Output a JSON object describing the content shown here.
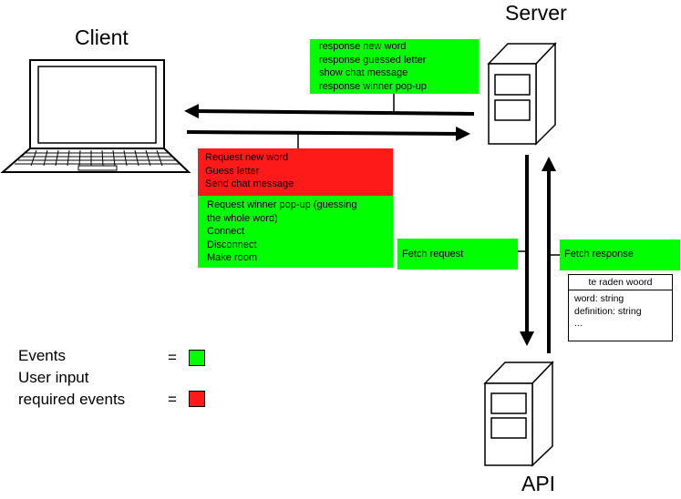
{
  "titles": {
    "client": "Client",
    "server": "Server",
    "api": "API"
  },
  "server_to_client_box": {
    "lines": [
      "response new word",
      "response guessed letter",
      "show chat message",
      "response winner pop-up"
    ]
  },
  "client_to_server_input_box": {
    "lines": [
      "Request new word",
      "Guess letter",
      "Send chat message"
    ]
  },
  "client_to_server_event_box": {
    "lines": [
      "Request winner pop-up (guessing",
      "the whole word)",
      "Connect",
      "Disconnect",
      "Make room"
    ]
  },
  "fetch_request_label": "Fetch request",
  "fetch_response_label": "Fetch response",
  "data_table": {
    "title": "te raden woord",
    "rows": [
      "word: string",
      "definition: string",
      "..."
    ]
  },
  "legend": {
    "events_label": "Events",
    "user_input_label_line1": "User input",
    "user_input_label_line2": "required events",
    "equals_symbol": "=",
    "events_color": "#00ff00",
    "user_input_color": "#ff1a1a"
  }
}
